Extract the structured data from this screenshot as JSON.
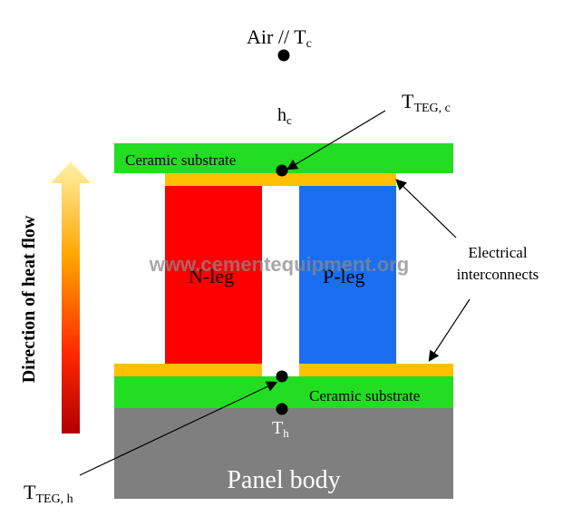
{
  "labels": {
    "air_base": "Air // T",
    "air_sub": "c",
    "hc_base": "h",
    "hc_sub": "c",
    "tteg_c_base": "T",
    "tteg_c_sub": "TEG, c",
    "tteg_h_base": "T",
    "tteg_h_sub": "TEG, h",
    "th_base": "T",
    "th_sub": "h",
    "ceramic_top": "Ceramic substrate",
    "ceramic_bottom": "Ceramic substrate",
    "n_leg": "N-leg",
    "p_leg": "P-leg",
    "interconnects_line1": "Electrical",
    "interconnects_line2": "interconnects",
    "heat_flow": "Direction of heat flow",
    "panel_body": "Panel body",
    "watermark": "www.cementequipment.org"
  },
  "colors": {
    "ceramic": "#22dd22",
    "interconnect": "#ffc000",
    "n_leg": "#ff0000",
    "p_leg": "#1a6ef0",
    "panel": "#7f7f7f",
    "heat_top": "#fff2a8",
    "heat_bottom": "#c00000"
  }
}
